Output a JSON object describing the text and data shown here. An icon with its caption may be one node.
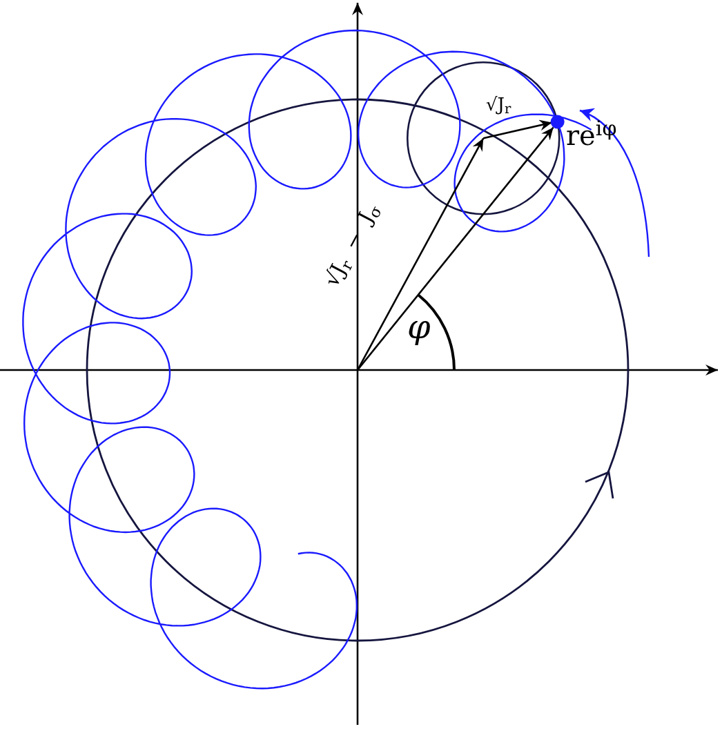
{
  "diagram": {
    "labels": [
      "√J$_{r}$",
      "re$^{iφ}$",
      "√J$_{r}$ − J$_{σ}$",
      "φ"
    ]
  }
}
